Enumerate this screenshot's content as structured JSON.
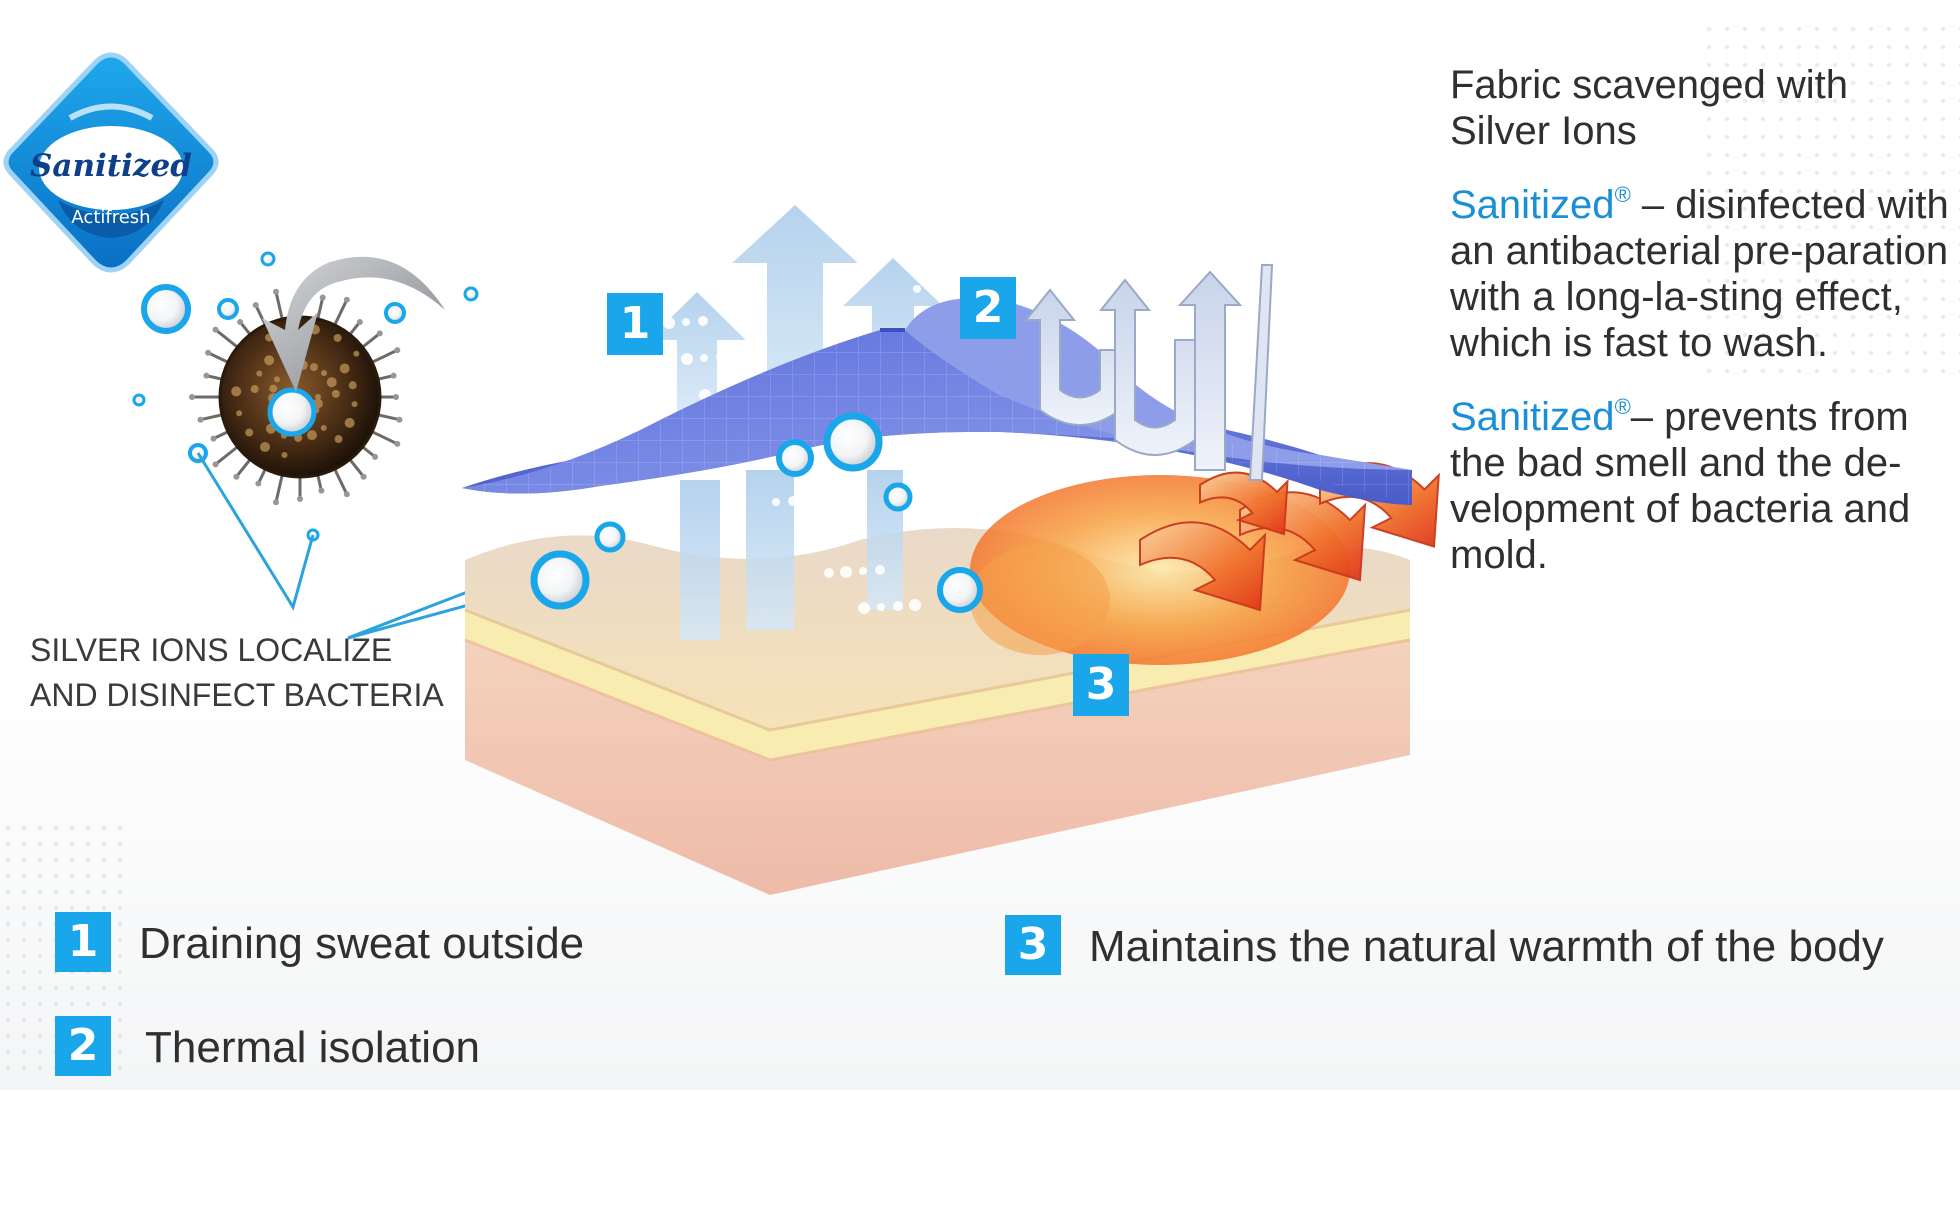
{
  "logo": {
    "brand": "Sanitized",
    "sub": "Actifresh"
  },
  "diagram_tags": [
    "1",
    "2",
    "3"
  ],
  "side_text": {
    "heading": "Fabric scavenged with Silver Ions",
    "para1_brand": "Sanitized",
    "para1_mark": "®",
    "para1_text": " – disinfected with an antibacterial pre-paration with a long-la-sting effect, which is fast to wash.",
    "para2_brand": "Sanitized",
    "para2_mark": "®",
    "para2_text": "– prevents from the bad smell and the de-velopment of bacteria and mold."
  },
  "silver_label": "SILVER IONS LOCALIZE AND DISINFECT BACTERIA",
  "legend": [
    {
      "num": "1",
      "text": "Draining sweat outside"
    },
    {
      "num": "2",
      "text": "Thermal isolation"
    },
    {
      "num": "3",
      "text": "Maintains the natural warmth of the body"
    }
  ],
  "colors": {
    "accent": "#1aa6ea",
    "brand_text": "#1a8fd6",
    "fabric": "#6c7fe0",
    "skin_top": "#f3e1b4",
    "skin_layer": "#f6e7a8",
    "skin_dermis": "#f2c6b0",
    "heat": "#f0581f"
  },
  "icons": [
    "silver-ion-icon",
    "bacterium-icon",
    "arrow-icon"
  ]
}
